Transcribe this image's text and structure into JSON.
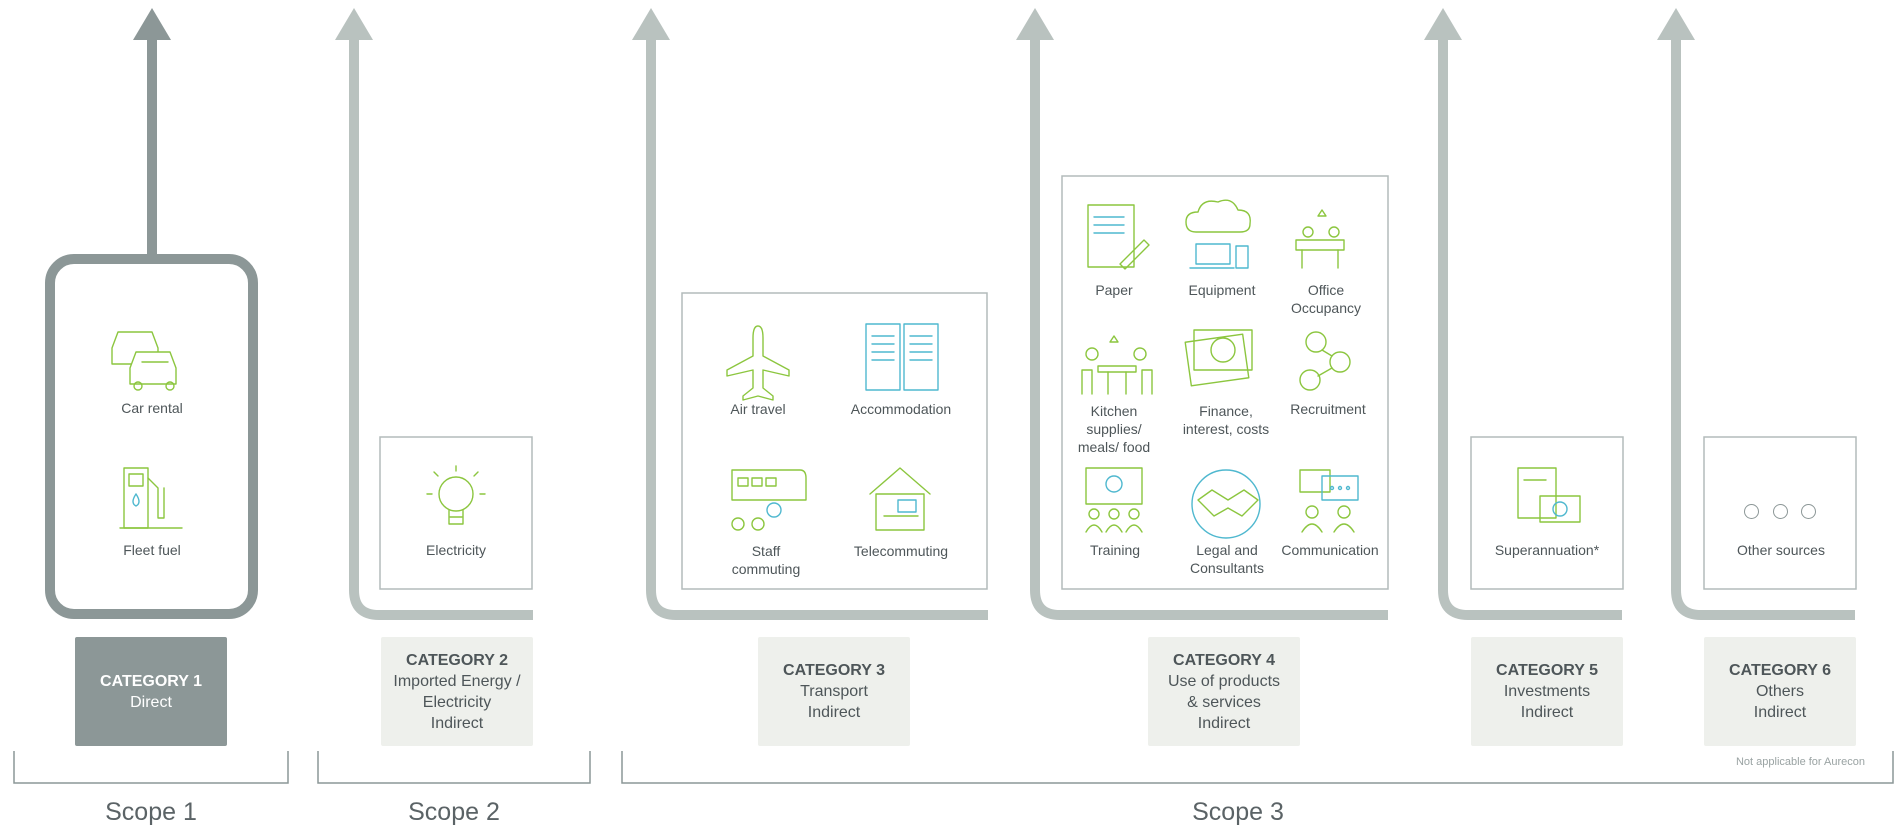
{
  "colors": {
    "arrow_dark": "#8c9797",
    "arrow_light": "#b9c2bf",
    "green": "#8cc63f",
    "blue": "#4fb8cf",
    "category_dark": "#8c9797",
    "category_light": "#eef0ec"
  },
  "categories": [
    {
      "title": "CATEGORY 1",
      "lines": [
        "Direct"
      ]
    },
    {
      "title": "CATEGORY 2",
      "lines": [
        "Imported Energy /",
        "Electricity",
        "Indirect"
      ]
    },
    {
      "title": "CATEGORY 3",
      "lines": [
        "Transport",
        "Indirect"
      ]
    },
    {
      "title": "CATEGORY 4",
      "lines": [
        "Use of products",
        "& services",
        "Indirect"
      ]
    },
    {
      "title": "CATEGORY 5",
      "lines": [
        "Investments",
        "Indirect"
      ]
    },
    {
      "title": "CATEGORY 6",
      "lines": [
        "Others",
        "Indirect"
      ]
    }
  ],
  "sources": {
    "car_rental": "Car rental",
    "fleet_fuel": "Fleet fuel",
    "electricity": "Electricity",
    "air_travel": "Air travel",
    "accommodation": "Accommodation",
    "staff_commuting": [
      "Staff",
      "commuting"
    ],
    "telecommuting": "Telecommuting",
    "paper": "Paper",
    "equipment": "Equipment",
    "office_occupancy": [
      "Office",
      "Occupancy"
    ],
    "kitchen": [
      "Kitchen",
      "supplies/",
      "meals/ food"
    ],
    "finance": [
      "Finance,",
      "interest, costs"
    ],
    "recruitment": "Recruitment",
    "training": "Training",
    "legal": [
      "Legal and",
      "Consultants"
    ],
    "communication": "Communication",
    "superannuation": "Superannuation*",
    "other_sources": "Other sources"
  },
  "icons": [
    "car-icon",
    "fuel-pump-icon",
    "lightbulb-icon",
    "airplane-icon",
    "building-icon",
    "bus-bicycle-icon",
    "home-office-icon",
    "document-pencil-icon",
    "cloud-devices-icon",
    "office-desks-icon",
    "meal-table-icon",
    "money-icon",
    "people-network-icon",
    "presentation-icon",
    "handshake-icon",
    "chat-icon",
    "invoice-money-icon",
    "ellipsis-icon"
  ],
  "scopes": [
    "Scope 1",
    "Scope 2",
    "Scope 3"
  ],
  "note": "Not applicable for Aurecon"
}
